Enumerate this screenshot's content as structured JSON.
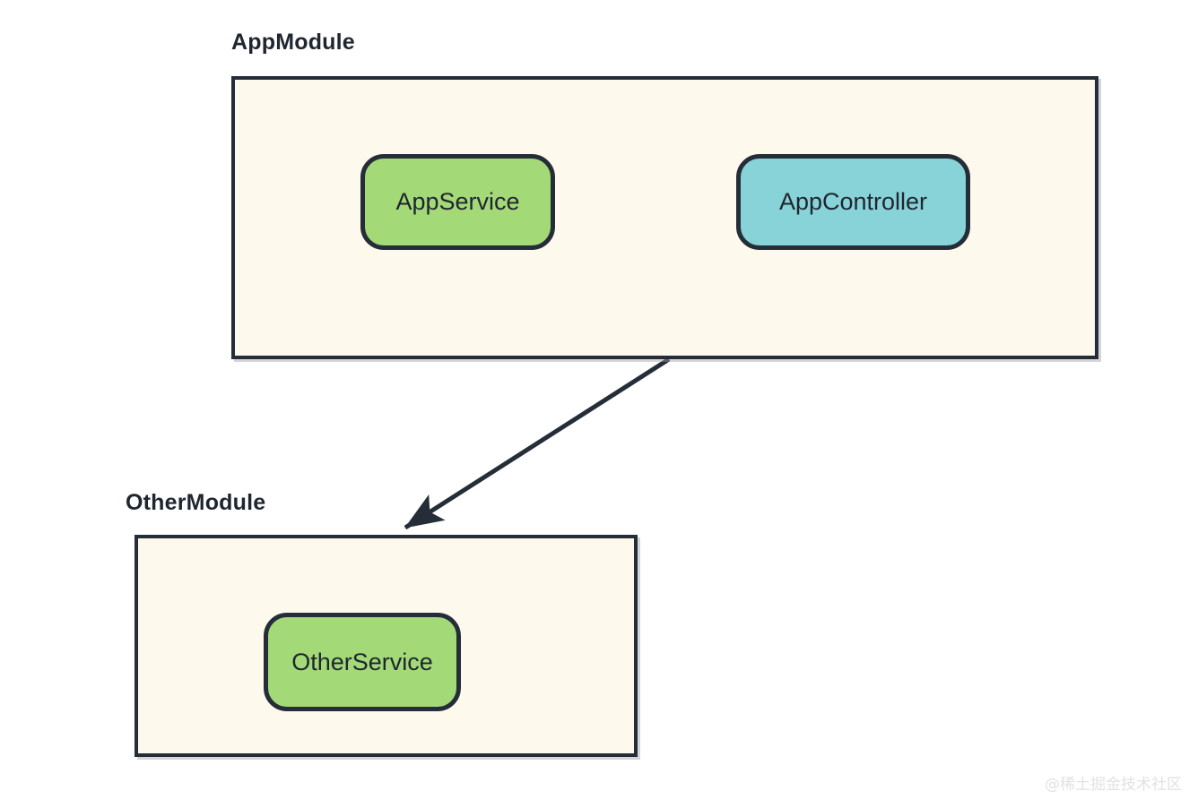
{
  "diagram": {
    "type": "module-dependency-graph",
    "background_color": "#ffffff",
    "modules": [
      {
        "id": "app-module",
        "title": "AppModule",
        "fill": "#fdf9ec",
        "stroke": "#252d38",
        "nodes": [
          {
            "id": "app-service",
            "label": "AppService",
            "fill": "#a3d977",
            "stroke": "#252d38",
            "shape": "rounded-rect"
          },
          {
            "id": "app-controller",
            "label": "AppController",
            "fill": "#87d3d8",
            "stroke": "#252d38",
            "shape": "rounded-rect"
          }
        ]
      },
      {
        "id": "other-module",
        "title": "OtherModule",
        "fill": "#fdf9ec",
        "stroke": "#252d38",
        "nodes": [
          {
            "id": "other-service",
            "label": "OtherService",
            "fill": "#a3d977",
            "stroke": "#252d38",
            "shape": "rounded-rect"
          }
        ]
      }
    ],
    "edges": [
      {
        "id": "controller-to-service",
        "from": "app-controller",
        "to": "app-service",
        "style": "solid",
        "arrowhead": "filled-triangle",
        "color": "#252d38",
        "label": ""
      },
      {
        "id": "app-module-to-other-module",
        "from": "app-module",
        "to": "other-module",
        "style": "solid",
        "arrowhead": "filled-triangle",
        "color": "#252d38",
        "label": ""
      }
    ]
  },
  "watermark": {
    "text": "@稀土掘金技术社区",
    "color": "#e2e2e4"
  }
}
